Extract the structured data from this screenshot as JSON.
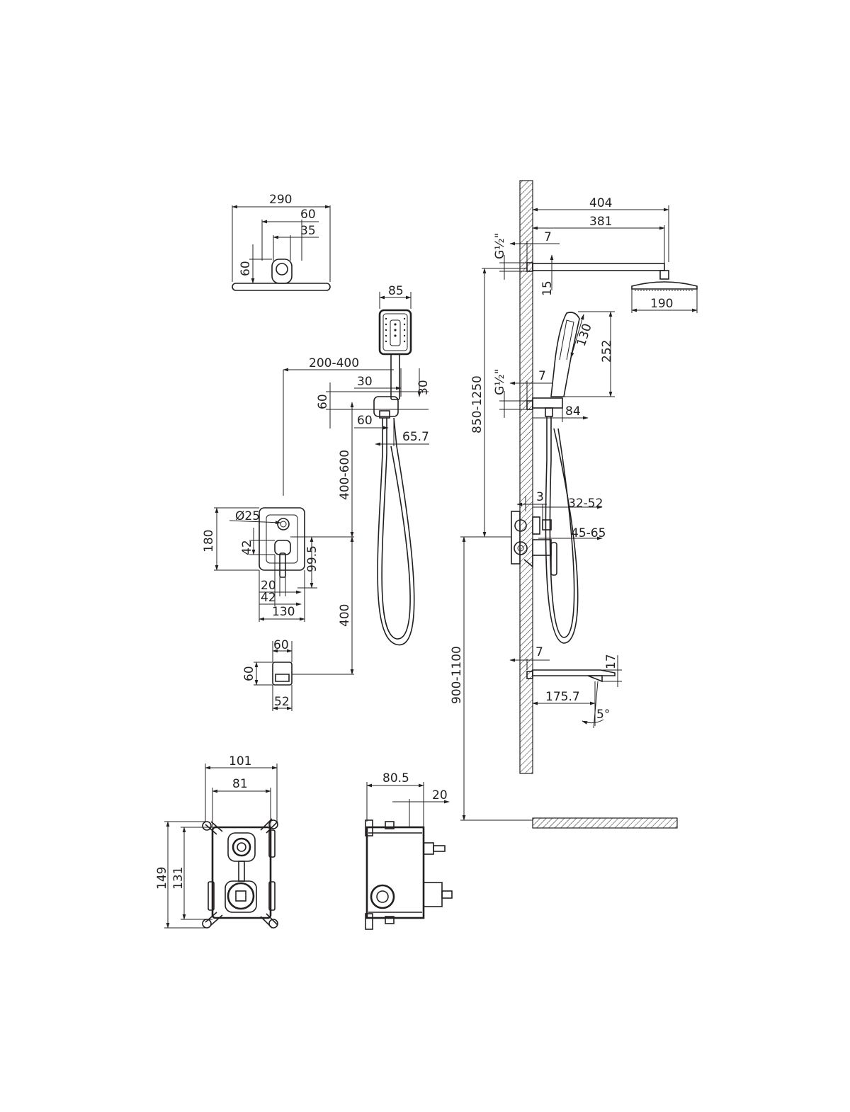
{
  "colors": {
    "ink": "#231f20",
    "background": "#ffffff"
  },
  "head_top": {
    "width": "290",
    "neck": "60",
    "inner": "35",
    "height": "60"
  },
  "hand_shower": {
    "width": "85",
    "hose_span": "200-400",
    "holder_d1": "30",
    "holder_d2": "30",
    "holder_h": "60",
    "holder_w": "60",
    "holder_depth": "65.7",
    "rail": "400-600"
  },
  "mixer_plate": {
    "knob_dia": "Ø25",
    "height": "180",
    "lever_h": "42",
    "lever_offset": "99.5",
    "lever_w": "20",
    "lever_span": "42",
    "width": "130",
    "spout_gap": "400"
  },
  "spout_front": {
    "width": "60",
    "height": "60",
    "depth": "52"
  },
  "side_view": {
    "arm_total": "404",
    "arm_len": "381",
    "wall_off_top": "7",
    "thread_top": "G½\"",
    "arm_thick": "15",
    "head_dia": "190",
    "hand_len": "252",
    "hand_face": "130",
    "thread_mid": "G½\"",
    "wall_off_mid": "7",
    "holder_proj": "84",
    "height_range": "850-1250",
    "plate_gap": "3",
    "mixer_proj": "32-52",
    "lever_proj": "45-65",
    "spout_wall": "7",
    "spout_thick": "17",
    "spout_len": "175.7",
    "spout_angle": "5°",
    "floor_height": "900-1100"
  },
  "box_front": {
    "width": "101",
    "inner_w": "81",
    "height": "149",
    "inner_h": "131"
  },
  "box_side": {
    "depth": "80.5",
    "stub": "20"
  }
}
